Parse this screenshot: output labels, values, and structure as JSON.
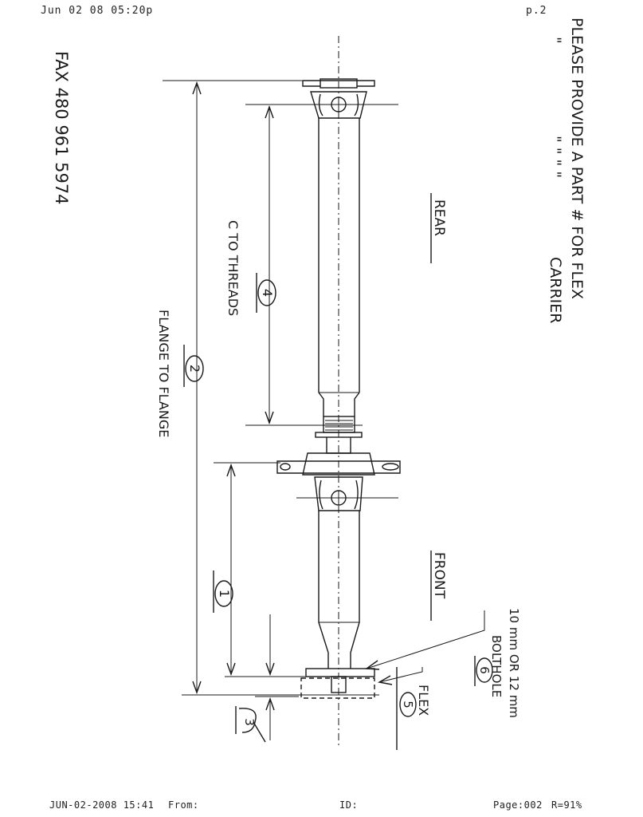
{
  "header": {
    "timestamp": "Jun 02 08 05:20p",
    "page": "p.2"
  },
  "fax": {
    "number": "FAX 480 961 5974"
  },
  "notes": {
    "line1": "PLEASE PROVIDE A PART # FOR FLEX",
    "line2_ditto": "\"   \"   \"   \"",
    "line2_word": "CARRIER",
    "quote_mark": "\""
  },
  "labels": {
    "rear": "REAR",
    "front": "FRONT",
    "c_to_threads": "C TO THREADS",
    "flange_to_flange": "FLANGE TO FLANGE",
    "bolthole_line1": "10 mm OR 12 mm",
    "bolthole_line2": "BOLTHOLE",
    "flex": "FLEX"
  },
  "callouts": {
    "c1": "1",
    "c2": "2",
    "c3": "3",
    "c4": "4",
    "c5": "5",
    "c6": "6"
  },
  "footer": {
    "datetime": "JUN-02-2008 15:41",
    "from": "From:",
    "id": "ID:",
    "page": "Page:002",
    "ratio": "R=91%"
  }
}
